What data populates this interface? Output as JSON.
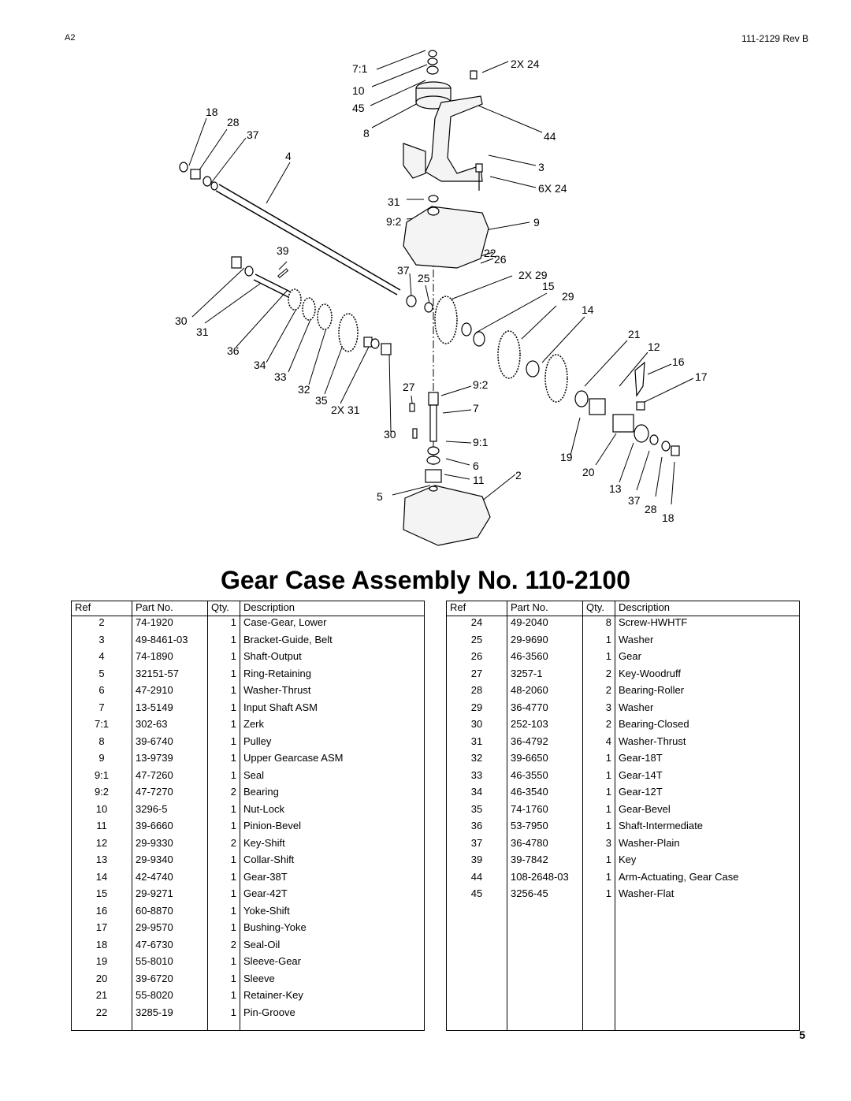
{
  "header": {
    "corner_label": "A2",
    "doc_number": "111-2129  Rev B"
  },
  "diagram": {
    "labels": {
      "l_71": "7:1",
      "l_2x24a": "2X 24",
      "l_10": "10",
      "l_45": "45",
      "l_18a": "18",
      "l_28a": "28",
      "l_37a": "37",
      "l_8": "8",
      "l_44": "44",
      "l_4": "4",
      "l_3": "3",
      "l_6x24": "6X 24",
      "l_31a": "31",
      "l_92a": "9:2",
      "l_9": "9",
      "l_39": "39",
      "l_22": "22",
      "l_26": "26",
      "l_37b": "37",
      "l_25": "25",
      "l_2x29": "2X 29",
      "l_15": "15",
      "l_29": "29",
      "l_14": "14",
      "l_30a": "30",
      "l_31b": "31",
      "l_36": "36",
      "l_21": "21",
      "l_12": "12",
      "l_16": "16",
      "l_34": "34",
      "l_33": "33",
      "l_17": "17",
      "l_27": "27",
      "l_92b": "9:2",
      "l_32": "32",
      "l_35": "35",
      "l_2x31": "2X 31",
      "l_7": "7",
      "l_30b": "30",
      "l_91": "9:1",
      "l_19": "19",
      "l_6": "6",
      "l_2": "2",
      "l_20": "20",
      "l_11": "11",
      "l_13": "13",
      "l_5": "5",
      "l_37c": "37",
      "l_28b": "28",
      "l_18b": "18"
    }
  },
  "title": "Gear Case Assembly No. 110-2100",
  "table": {
    "headers": {
      "ref": "Ref",
      "part": "Part No.",
      "qty": "Qty.",
      "desc": "Description"
    },
    "left": [
      {
        "ref": "2",
        "part": "74-1920",
        "qty": "1",
        "desc": "Case-Gear, Lower"
      },
      {
        "ref": "3",
        "part": "49-8461-03",
        "qty": "1",
        "desc": "Bracket-Guide, Belt"
      },
      {
        "ref": "4",
        "part": "74-1890",
        "qty": "1",
        "desc": "Shaft-Output"
      },
      {
        "ref": "5",
        "part": "32151-57",
        "qty": "1",
        "desc": "Ring-Retaining"
      },
      {
        "ref": "6",
        "part": "47-2910",
        "qty": "1",
        "desc": "Washer-Thrust"
      },
      {
        "ref": "7",
        "part": "13-5149",
        "qty": "1",
        "desc": "Input Shaft ASM"
      },
      {
        "ref": "7:1",
        "part": "302-63",
        "qty": "1",
        "desc": "Zerk"
      },
      {
        "ref": "8",
        "part": "39-6740",
        "qty": "1",
        "desc": "Pulley"
      },
      {
        "ref": "9",
        "part": "13-9739",
        "qty": "1",
        "desc": "Upper Gearcase ASM"
      },
      {
        "ref": "9:1",
        "part": "47-7260",
        "qty": "1",
        "desc": "Seal"
      },
      {
        "ref": "9:2",
        "part": "47-7270",
        "qty": "2",
        "desc": "Bearing"
      },
      {
        "ref": "10",
        "part": "3296-5",
        "qty": "1",
        "desc": "Nut-Lock"
      },
      {
        "ref": "11",
        "part": "39-6660",
        "qty": "1",
        "desc": "Pinion-Bevel"
      },
      {
        "ref": "12",
        "part": "29-9330",
        "qty": "2",
        "desc": "Key-Shift"
      },
      {
        "ref": "13",
        "part": "29-9340",
        "qty": "1",
        "desc": "Collar-Shift"
      },
      {
        "ref": "14",
        "part": "42-4740",
        "qty": "1",
        "desc": "Gear-38T"
      },
      {
        "ref": "15",
        "part": "29-9271",
        "qty": "1",
        "desc": "Gear-42T"
      },
      {
        "ref": "16",
        "part": "60-8870",
        "qty": "1",
        "desc": "Yoke-Shift"
      },
      {
        "ref": "17",
        "part": "29-9570",
        "qty": "1",
        "desc": "Bushing-Yoke"
      },
      {
        "ref": "18",
        "part": "47-6730",
        "qty": "2",
        "desc": "Seal-Oil"
      },
      {
        "ref": "19",
        "part": "55-8010",
        "qty": "1",
        "desc": "Sleeve-Gear"
      },
      {
        "ref": "20",
        "part": "39-6720",
        "qty": "1",
        "desc": "Sleeve"
      },
      {
        "ref": "21",
        "part": "55-8020",
        "qty": "1",
        "desc": "Retainer-Key"
      },
      {
        "ref": "22",
        "part": "3285-19",
        "qty": "1",
        "desc": "Pin-Groove"
      }
    ],
    "right": [
      {
        "ref": "24",
        "part": "49-2040",
        "qty": "8",
        "desc": "Screw-HWHTF"
      },
      {
        "ref": "25",
        "part": "29-9690",
        "qty": "1",
        "desc": "Washer"
      },
      {
        "ref": "26",
        "part": "46-3560",
        "qty": "1",
        "desc": "Gear"
      },
      {
        "ref": "27",
        "part": "3257-1",
        "qty": "2",
        "desc": "Key-Woodruff"
      },
      {
        "ref": "28",
        "part": "48-2060",
        "qty": "2",
        "desc": "Bearing-Roller"
      },
      {
        "ref": "29",
        "part": "36-4770",
        "qty": "3",
        "desc": "Washer"
      },
      {
        "ref": "30",
        "part": "252-103",
        "qty": "2",
        "desc": "Bearing-Closed"
      },
      {
        "ref": "31",
        "part": "36-4792",
        "qty": "4",
        "desc": "Washer-Thrust"
      },
      {
        "ref": "32",
        "part": "39-6650",
        "qty": "1",
        "desc": "Gear-18T"
      },
      {
        "ref": "33",
        "part": "46-3550",
        "qty": "1",
        "desc": "Gear-14T"
      },
      {
        "ref": "34",
        "part": "46-3540",
        "qty": "1",
        "desc": "Gear-12T"
      },
      {
        "ref": "35",
        "part": "74-1760",
        "qty": "1",
        "desc": "Gear-Bevel"
      },
      {
        "ref": "36",
        "part": "53-7950",
        "qty": "1",
        "desc": "Shaft-Intermediate"
      },
      {
        "ref": "37",
        "part": "36-4780",
        "qty": "3",
        "desc": "Washer-Plain"
      },
      {
        "ref": "39",
        "part": "39-7842",
        "qty": "1",
        "desc": "Key"
      },
      {
        "ref": "44",
        "part": "108-2648-03",
        "qty": "1",
        "desc": "Arm-Actuating, Gear Case"
      },
      {
        "ref": "45",
        "part": "3256-45",
        "qty": "1",
        "desc": "Washer-Flat"
      }
    ]
  },
  "page_number": "5"
}
